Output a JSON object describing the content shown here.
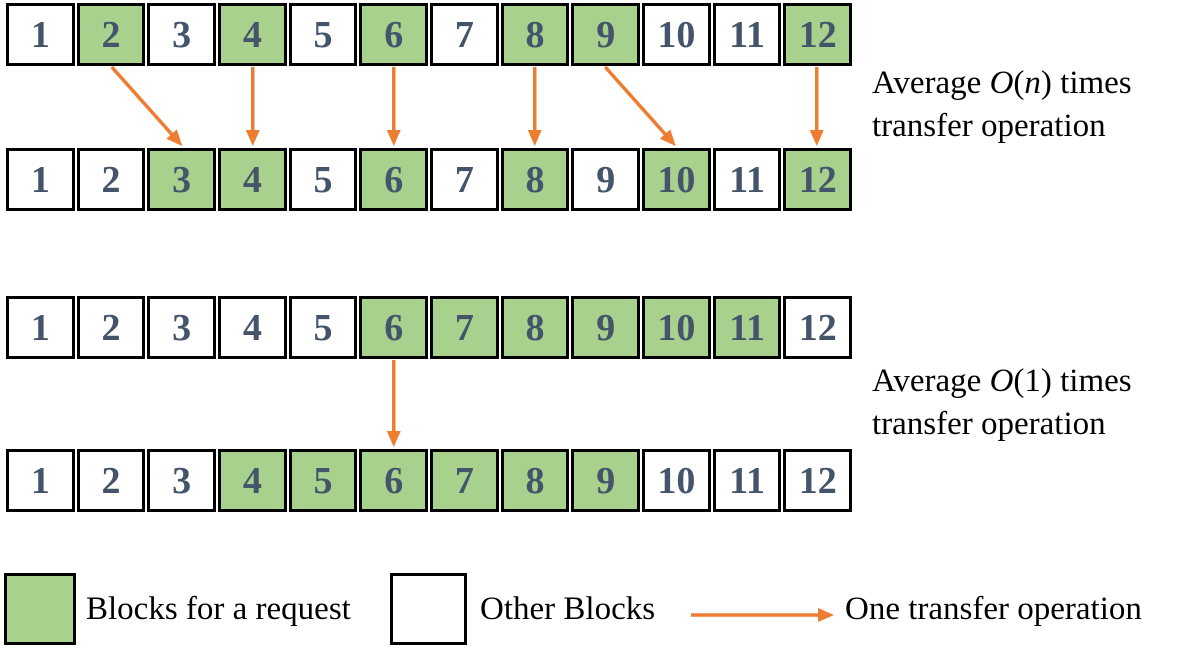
{
  "colors": {
    "request_block": "#A9D18E",
    "other_block": "#FFFFFF",
    "block_number": "#44546A",
    "arrow": "#ED7D31",
    "border": "#000000"
  },
  "block_rows": [
    {
      "name": "scenario1-source-row",
      "numbers": [
        1,
        2,
        3,
        4,
        5,
        6,
        7,
        8,
        9,
        10,
        11,
        12
      ],
      "highlighted": [
        2,
        4,
        6,
        8,
        9,
        12
      ]
    },
    {
      "name": "scenario1-dest-row",
      "numbers": [
        1,
        2,
        3,
        4,
        5,
        6,
        7,
        8,
        9,
        10,
        11,
        12
      ],
      "highlighted": [
        3,
        4,
        6,
        8,
        10,
        12
      ]
    },
    {
      "name": "scenario2-source-row",
      "numbers": [
        1,
        2,
        3,
        4,
        5,
        6,
        7,
        8,
        9,
        10,
        11,
        12
      ],
      "highlighted": [
        6,
        7,
        8,
        9,
        10,
        11
      ]
    },
    {
      "name": "scenario2-dest-row",
      "numbers": [
        1,
        2,
        3,
        4,
        5,
        6,
        7,
        8,
        9,
        10,
        11,
        12
      ],
      "highlighted": [
        4,
        5,
        6,
        7,
        8,
        9
      ]
    }
  ],
  "transfers": [
    {
      "scenario": 1,
      "from_block": 2,
      "to_block": 3
    },
    {
      "scenario": 1,
      "from_block": 4,
      "to_block": 4
    },
    {
      "scenario": 1,
      "from_block": 6,
      "to_block": 6
    },
    {
      "scenario": 1,
      "from_block": 8,
      "to_block": 8
    },
    {
      "scenario": 1,
      "from_block": 9,
      "to_block": 10
    },
    {
      "scenario": 1,
      "from_block": 12,
      "to_block": 12
    },
    {
      "scenario": 2,
      "from_block": 6,
      "to_block": 6
    }
  ],
  "annotations": [
    {
      "name": "average-o-n",
      "line1_parts": [
        {
          "text": "Average ",
          "italic": false
        },
        {
          "text": "O",
          "italic": true
        },
        {
          "text": "(",
          "italic": false
        },
        {
          "text": "n",
          "italic": true
        },
        {
          "text": ") times",
          "italic": false
        }
      ],
      "line2": "transfer operation"
    },
    {
      "name": "average-o-1",
      "line1_parts": [
        {
          "text": "Average ",
          "italic": false
        },
        {
          "text": "O",
          "italic": true
        },
        {
          "text": "(1) times",
          "italic": false
        }
      ],
      "line2": "transfer operation"
    }
  ],
  "legend": {
    "request_label": "Blocks for a request",
    "other_label": "Other Blocks",
    "arrow_label": "One transfer operation"
  }
}
